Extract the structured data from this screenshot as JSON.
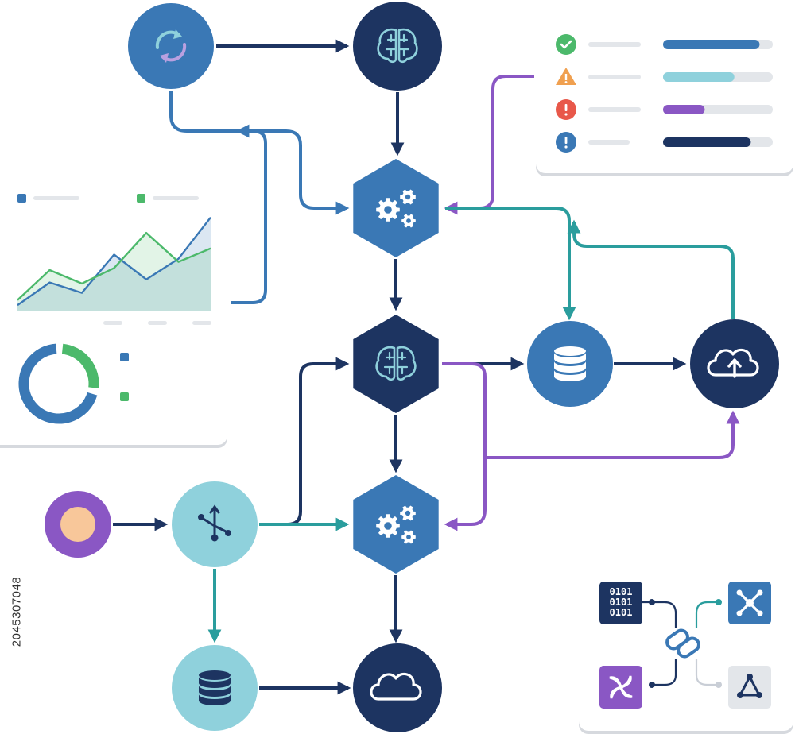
{
  "colors": {
    "navy": "#1d3461",
    "blue": "#3a78b5",
    "light_teal": "#8fd1dc",
    "teal": "#2a9d9d",
    "purple": "#8a57c4",
    "green": "#4cb96b",
    "orange": "#f0a050",
    "red": "#e8584a",
    "peach": "#f8c79a",
    "panel_bg": "#ffffff",
    "panel_shadow": "#d6d9de",
    "bar_track": "#e3e6ea"
  },
  "stock_id": "2045307048",
  "nodes": [
    {
      "id": "sync",
      "name": "sync-node",
      "icon": "sync-icon",
      "shape": "circle",
      "fill": "blue"
    },
    {
      "id": "brain-top",
      "name": "brain-node-top",
      "icon": "brain-icon",
      "shape": "circle",
      "fill": "navy"
    },
    {
      "id": "gears-1",
      "name": "gears-hexagon-1",
      "icon": "gears-icon",
      "shape": "hexagon",
      "fill": "blue"
    },
    {
      "id": "brain-hex",
      "name": "brain-hexagon",
      "icon": "brain-icon",
      "shape": "hexagon",
      "fill": "navy"
    },
    {
      "id": "gears-2",
      "name": "gears-hexagon-2",
      "icon": "gears-icon",
      "shape": "hexagon",
      "fill": "blue"
    },
    {
      "id": "database-right",
      "name": "database-node-right",
      "icon": "database-icon",
      "shape": "circle",
      "fill": "blue"
    },
    {
      "id": "cloud-upload",
      "name": "cloud-upload-node",
      "icon": "cloud-upload-icon",
      "shape": "circle",
      "fill": "navy"
    },
    {
      "id": "source",
      "name": "source-node",
      "icon": "dot-icon",
      "shape": "circle",
      "fill": "purple"
    },
    {
      "id": "branch",
      "name": "branch-node",
      "icon": "branch-icon",
      "shape": "circle",
      "fill": "light_teal"
    },
    {
      "id": "database-bottom",
      "name": "database-node-bottom",
      "icon": "database-icon",
      "shape": "circle",
      "fill": "light_teal"
    },
    {
      "id": "cloud-bottom",
      "name": "cloud-node-bottom",
      "icon": "cloud-icon",
      "shape": "circle",
      "fill": "navy"
    }
  ],
  "edges": [
    {
      "from": "sync",
      "to": "brain-top",
      "color": "navy"
    },
    {
      "from": "brain-top",
      "to": "gears-1",
      "color": "navy"
    },
    {
      "from": "sync",
      "to": "gears-1",
      "color": "blue"
    },
    {
      "from": "line-chart",
      "to": "gears-1",
      "color": "blue"
    },
    {
      "from": "status-panel",
      "to": "gears-1",
      "color": "purple"
    },
    {
      "from": "gears-1",
      "to": "brain-hex",
      "color": "navy"
    },
    {
      "from": "gears-1",
      "to": "database-right",
      "color": "teal"
    },
    {
      "from": "cloud-upload",
      "to": "gears-1",
      "color": "teal"
    },
    {
      "from": "brain-hex",
      "to": "database-right",
      "color": "navy"
    },
    {
      "from": "database-right",
      "to": "cloud-upload",
      "color": "navy"
    },
    {
      "from": "brain-hex",
      "to": "gears-2",
      "color": "navy"
    },
    {
      "from": "brain-hex",
      "to": "gears-2",
      "color": "purple"
    },
    {
      "from": "brain-hex",
      "to": "cloud-upload",
      "color": "purple"
    },
    {
      "from": "source",
      "to": "branch",
      "color": "navy"
    },
    {
      "from": "branch",
      "to": "brain-hex",
      "color": "navy"
    },
    {
      "from": "branch",
      "to": "gears-2",
      "color": "teal"
    },
    {
      "from": "branch",
      "to": "database-bottom",
      "color": "teal"
    },
    {
      "from": "database-bottom",
      "to": "cloud-bottom",
      "color": "navy"
    },
    {
      "from": "gears-2",
      "to": "cloud-bottom",
      "color": "navy"
    }
  ],
  "status_panel": {
    "rows": [
      {
        "icon": "check-icon",
        "status_color": "green",
        "bar_color": "blue",
        "progress": 0.88
      },
      {
        "icon": "warning-icon",
        "status_color": "orange",
        "bar_color": "light_teal",
        "progress": 0.65
      },
      {
        "icon": "error-icon",
        "status_color": "red",
        "bar_color": "purple",
        "progress": 0.38
      },
      {
        "icon": "info-icon",
        "status_color": "blue",
        "bar_color": "navy",
        "progress": 0.8
      }
    ]
  },
  "analytics_panel": {
    "legend": [
      {
        "color": "blue"
      },
      {
        "color": "green"
      }
    ],
    "chart_data": {
      "type": "area",
      "title": "",
      "xlabel": "",
      "ylabel": "",
      "x": [
        0,
        1,
        2,
        3,
        4,
        5,
        6
      ],
      "ylim": [
        0,
        10
      ],
      "grid": false,
      "legend_position": "top",
      "series": [
        {
          "color": "blue",
          "values": [
            0.6,
            2.8,
            1.8,
            5.5,
            3.1,
            5.1,
            9.1
          ]
        },
        {
          "color": "green",
          "values": [
            1.1,
            4.0,
            2.7,
            4.2,
            7.6,
            4.8,
            6.1
          ]
        }
      ]
    },
    "donut": {
      "segments": [
        {
          "color": "green",
          "fraction": 0.28
        },
        {
          "color": "blue",
          "fraction": 0.72
        }
      ]
    }
  },
  "integration_panel": {
    "items": [
      {
        "icon": "binary-code-icon",
        "fill": "navy"
      },
      {
        "icon": "network-hub-icon",
        "fill": "blue"
      },
      {
        "icon": "pinwheel-icon",
        "fill": "purple"
      },
      {
        "icon": "triangle-network-icon",
        "fill": "bar_track"
      }
    ],
    "center_icon": "link-icon",
    "binary_rows": [
      "0101",
      "0101",
      "0101"
    ]
  }
}
